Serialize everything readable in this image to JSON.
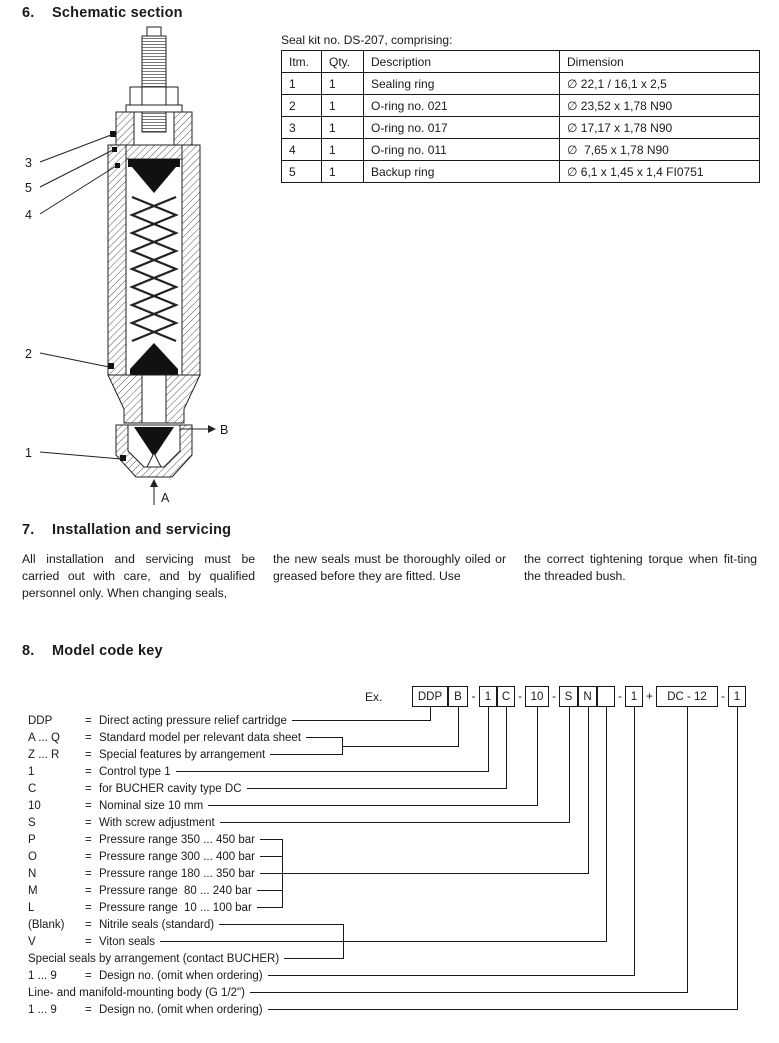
{
  "sections": {
    "schematic": {
      "number": "6.",
      "title": "Schematic section",
      "seal_kit": {
        "caption": "Seal kit no. DS-207, comprising:",
        "columns": [
          "Itm.",
          "Qty.",
          "Description",
          "Dimension"
        ],
        "rows": [
          [
            "1",
            "1",
            "Sealing ring",
            "∅ 22,1 / 16,1 x 2,5"
          ],
          [
            "2",
            "1",
            "O-ring no. 021",
            "∅ 23,52 x 1,78 N90"
          ],
          [
            "3",
            "1",
            "O-ring no. 017",
            "∅ 17,17 x 1,78 N90"
          ],
          [
            "4",
            "1",
            "O-ring no. 011",
            "∅  7,65 x 1,78 N90"
          ],
          [
            "5",
            "1",
            "Backup ring",
            "∅ 6,1 x 1,45 x 1,4 FI0751"
          ]
        ]
      },
      "drawing": {
        "part_labels": [
          "3",
          "5",
          "4",
          "2",
          "1"
        ],
        "port_a": "A",
        "port_b": "B"
      }
    },
    "installation": {
      "number": "7.",
      "title": "Installation and servicing",
      "columns": [
        "All installation and servicing must be carried out with care, and by qualified personnel only. When changing seals,",
        "the new seals must be thoroughly oiled or greased before they are fitted. Use",
        "the correct tightening torque when fit-ting the threaded bush."
      ]
    },
    "model_code": {
      "number": "8.",
      "title": "Model code key",
      "example_label": "Ex.",
      "boxes": {
        "ddp": "DDP",
        "b": "B",
        "ctrl": "1",
        "cavity": "C",
        "size": "10",
        "adjust": "S",
        "range": "N",
        "seal": "",
        "design1": "1",
        "body": "DC - 12",
        "design2": "1"
      },
      "separators": [
        "-",
        "-",
        "-",
        "-",
        "+",
        "-"
      ],
      "rows": [
        {
          "code": "DDP",
          "eq": "=",
          "label": "Direct acting pressure relief cartridge"
        },
        {
          "code": "A ... Q",
          "eq": "=",
          "label": "Standard model per relevant data sheet"
        },
        {
          "code": "Z ... R",
          "eq": "=",
          "label": "Special features by arrangement"
        },
        {
          "code": "1",
          "eq": "=",
          "label": "Control type 1"
        },
        {
          "code": "C",
          "eq": "=",
          "label": "for BUCHER cavity type DC"
        },
        {
          "code": "10",
          "eq": "=",
          "label": "Nominal size 10 mm"
        },
        {
          "code": "S",
          "eq": "=",
          "label": "With screw adjustment"
        },
        {
          "code": "P",
          "eq": "=",
          "label": "Pressure range 350 ... 450 bar"
        },
        {
          "code": "O",
          "eq": "=",
          "label": "Pressure range 300 ... 400 bar"
        },
        {
          "code": "N",
          "eq": "=",
          "label": "Pressure range 180 ... 350 bar"
        },
        {
          "code": "M",
          "eq": "=",
          "label": "Pressure range  80 ... 240 bar"
        },
        {
          "code": "L",
          "eq": "=",
          "label": "Pressure range  10 ... 100 bar"
        },
        {
          "code": "(Blank)",
          "eq": "=",
          "label": "Nitrile seals (standard)"
        },
        {
          "code": "V",
          "eq": "=",
          "label": "Viton seals"
        },
        {
          "code": "",
          "eq": "",
          "label": "Special seals by arrangement (contact BUCHER)"
        },
        {
          "code": "1 ... 9",
          "eq": "=",
          "label": "Design no. (omit when ordering)"
        },
        {
          "code": "",
          "eq": "",
          "label": "Line- and manifold-mounting body (G 1/2\")"
        },
        {
          "code": "1 ... 9",
          "eq": "=",
          "label": "Design no. (omit when ordering)"
        }
      ]
    }
  }
}
